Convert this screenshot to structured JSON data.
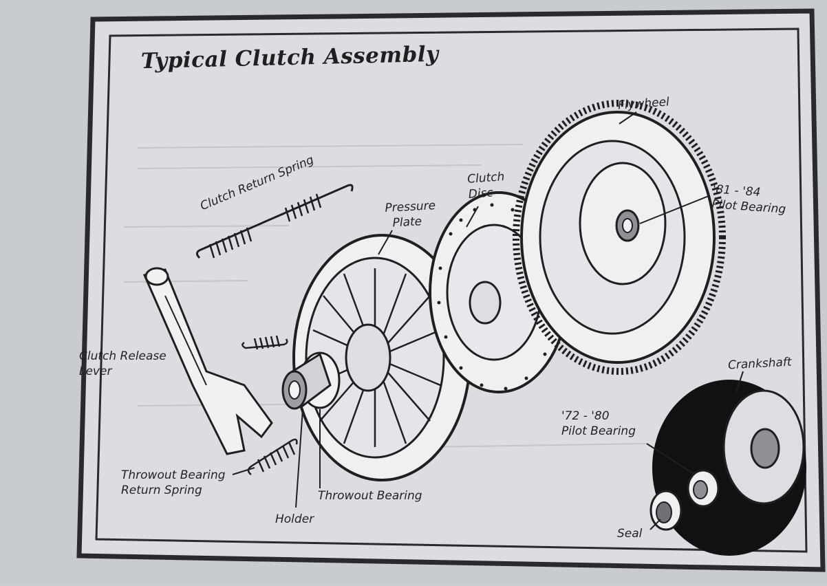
{
  "title": "Typical Clutch Assembly",
  "labels": {
    "flywheel": "Flywheel",
    "clutch_disc": [
      "Clutch",
      "Disc"
    ],
    "pilot_81_84": [
      "'81 - '84",
      "Pilot Bearing"
    ],
    "pressure_plate": [
      "Pressure",
      "Plate"
    ],
    "clutch_return_spring": "Clutch Return Spring",
    "clutch_release_lever": [
      "Clutch Release",
      "Lever"
    ],
    "crankshaft": "Crankshaft",
    "pilot_72_80": [
      "'72 - '80",
      "Pilot Bearing"
    ],
    "throwout_return_spring": [
      "Throwout Bearing",
      "Return Spring"
    ],
    "throwout_bearing": "Throwout Bearing",
    "holder": "Holder",
    "seal": "Seal"
  },
  "colors": {
    "paper": "#dcdee1",
    "ink": "#1f1f22",
    "black_panel": "#111113"
  }
}
